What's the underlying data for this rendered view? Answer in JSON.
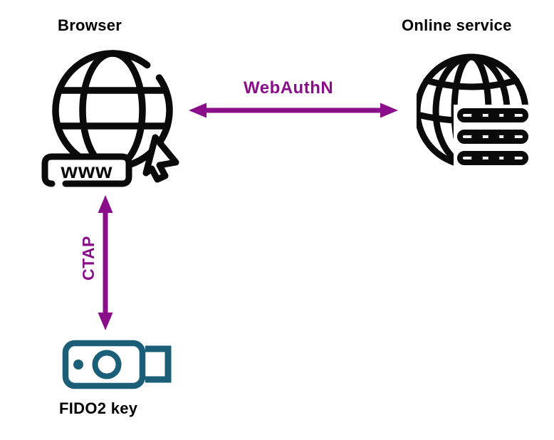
{
  "diagram": {
    "nodes": [
      {
        "id": "browser",
        "label": "Browser",
        "icon": "globe-www-cursor-icon"
      },
      {
        "id": "online-service",
        "label": "Online service",
        "icon": "globe-server-stack-icon"
      },
      {
        "id": "fido2-key",
        "label": "FIDO2 key",
        "icon": "usb-security-key-icon"
      }
    ],
    "edges": [
      {
        "id": "webauthn",
        "label": "WebAuthN",
        "from": "browser",
        "to": "online-service",
        "style": "double-headed-arrow"
      },
      {
        "id": "ctap",
        "label": "CTAP",
        "from": "browser",
        "to": "fido2-key",
        "style": "double-headed-arrow"
      }
    ],
    "browser_icon": {
      "www_text": "www"
    },
    "colors": {
      "arrow_purple": "#8A0D8A",
      "icon_black": "#0A0A0A",
      "key_teal": "#1A5E78",
      "background": "#FFFFFF"
    }
  }
}
